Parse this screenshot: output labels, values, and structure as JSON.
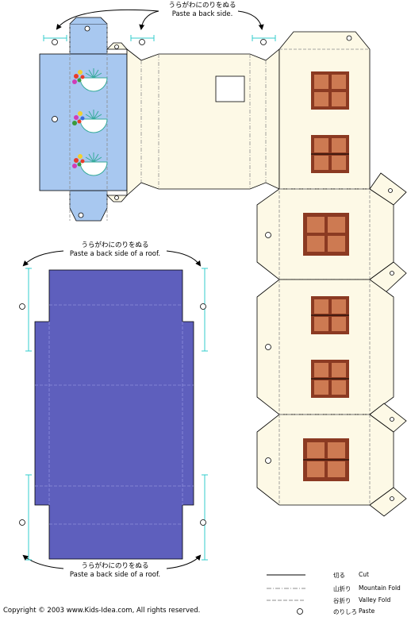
{
  "notes": {
    "top_ja": "うらがわにのりをぬる",
    "top_en": "Paste a back side.",
    "roof_top_ja": "うらがわにのりをぬる",
    "roof_top_en": "Paste a back side of a roof.",
    "roof_bottom_ja": "うらがわにのりをぬる",
    "roof_bottom_en": "Paste a back side of a roof."
  },
  "legend": {
    "cut_ja": "切る",
    "cut_en": "Cut",
    "mountain_ja": "山折り",
    "mountain_en": "Mountain Fold",
    "valley_ja": "谷折り",
    "valley_en": "Valley Fold",
    "paste_ja": "のりしろ",
    "paste_en": "Paste"
  },
  "copyright": "Copyright © 2003 www.Kids-Idea.com, All rights reserved.",
  "colors": {
    "wall": "#fdf9e6",
    "blue_panel": "#a8c8f0",
    "roof": "#5e5fbd",
    "window_frame": "#8b3a22",
    "window_glass": "#cd7a52",
    "fold_line": "#8c8c8c",
    "guide": "#33cccc"
  }
}
